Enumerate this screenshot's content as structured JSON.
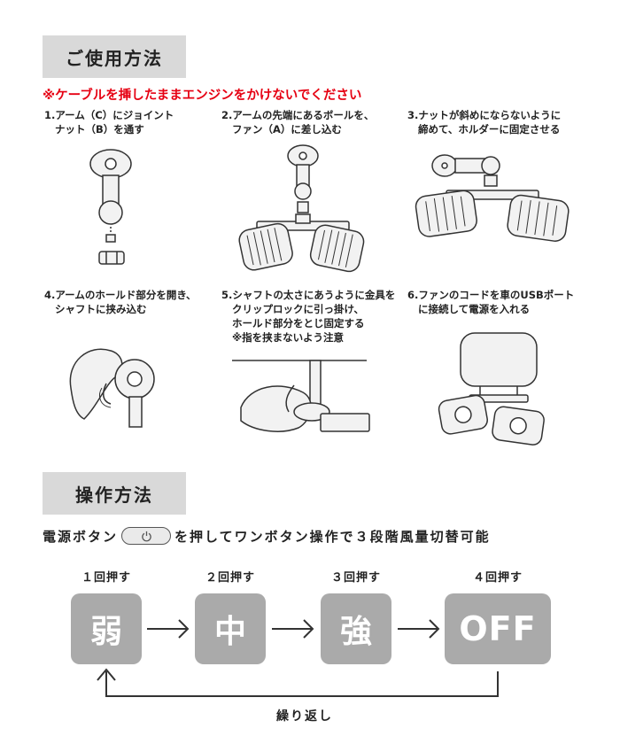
{
  "section1": {
    "title": "ご使用方法"
  },
  "warning": "※ケーブルを挿したままエンジンをかけないでください",
  "steps": [
    {
      "line1": "1.アーム（C）にジョイント",
      "line2": "ナット（B）を通す"
    },
    {
      "line1": "2.アームの先端にあるボールを、",
      "line2": "ファン（A）に差し込む"
    },
    {
      "line1": "3.ナットが斜めにならないように",
      "line2": "締めて、ホルダーに固定させる"
    },
    {
      "line1": "4.アームのホールド部分を開き、",
      "line2": "シャフトに挟み込む"
    },
    {
      "line1": "5.シャフトの太さにあうように金具を",
      "line2": "クリップロックに引っ掛け、",
      "line3": "ホールド部分をとじ固定する",
      "note": "※指を挟まないよう注意"
    },
    {
      "line1": "6.ファンのコードを車のUSBポート",
      "line2": "に接続して電源を入れる"
    }
  ],
  "section2": {
    "title": "操作方法"
  },
  "operation": {
    "before": "電源ボタン",
    "after": "を押してワンボタン操作で３段階風量切替可能",
    "button_icon": "power-icon"
  },
  "presses": [
    {
      "label": "１回押す",
      "mode": "弱"
    },
    {
      "label": "２回押す",
      "mode": "中"
    },
    {
      "label": "３回押す",
      "mode": "強"
    },
    {
      "label": "４回押す",
      "mode": "OFF"
    }
  ],
  "repeat": "繰り返し",
  "colors": {
    "warning": "#e60012",
    "title_bg": "#d9d9d9",
    "mode_box": "#aaaaaa"
  }
}
